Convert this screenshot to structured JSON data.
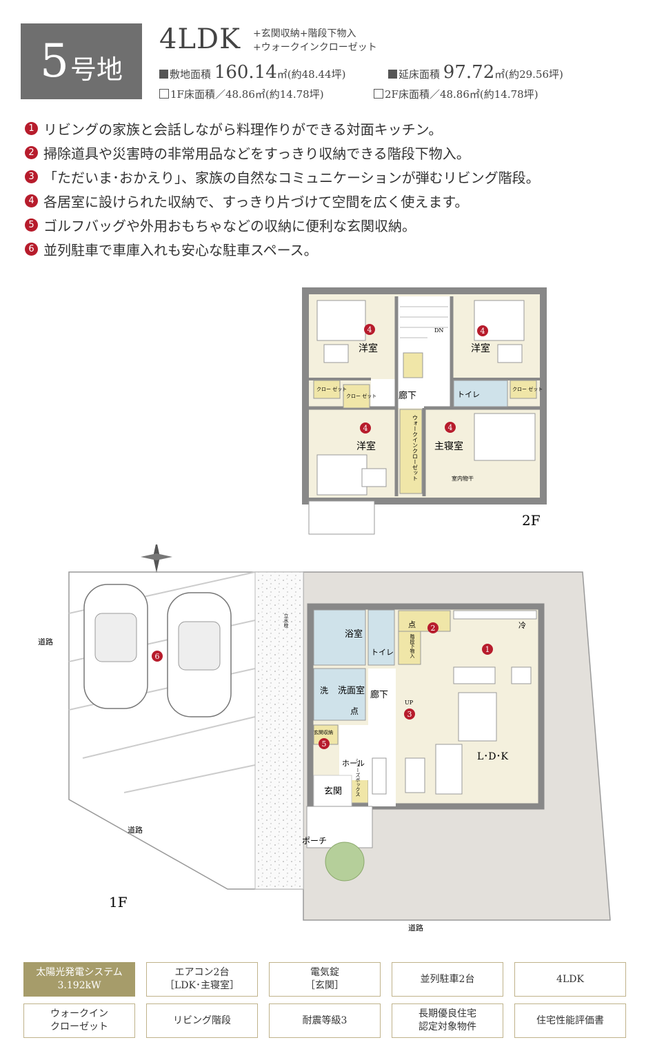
{
  "lot": {
    "number": "5",
    "suffix": "号地"
  },
  "plan": {
    "type": "4LDK",
    "extra_line1": "+玄関収納+階段下物入",
    "extra_line2": "+ウォークインクローゼット"
  },
  "areas": {
    "site_label": "敷地面積",
    "site_value": "160.14",
    "site_unit": "㎡(約48.44坪)",
    "floor_label": "延床面積",
    "floor_value": "97.72",
    "floor_unit": "㎡(約29.56坪)",
    "f1": "1F床面積／48.86㎡(約14.78坪)",
    "f2": "2F床面積／48.86㎡(約14.78坪)"
  },
  "features": [
    {
      "n": "1",
      "text": "リビングの家族と会話しながら料理作りができる対面キッチン。"
    },
    {
      "n": "2",
      "text": "掃除道具や災害時の非常用品などをすっきり収納できる階段下物入。"
    },
    {
      "n": "3",
      "text": "「ただいま･おかえり」、家族の自然なコミュニケーションが弾むリビング階段。"
    },
    {
      "n": "4",
      "text": "各居室に設けられた収納で、すっきり片づけて空間を広く使えます。"
    },
    {
      "n": "5",
      "text": "ゴルフバッグや外用おもちゃなどの収納に便利な玄関収納。"
    },
    {
      "n": "6",
      "text": "並列駐車で車庫入れも安心な駐車スペース。"
    }
  ],
  "floor2": {
    "label": "2F",
    "room_western1": "洋室",
    "room_western2": "洋室",
    "room_western3": "洋室",
    "master": "主寝室",
    "corridor": "廊下",
    "toilet": "トイレ",
    "closet": "クロー\nゼット",
    "dn": "DN",
    "wic": "ウォークインクローゼット",
    "dryer": "室内物干"
  },
  "floor1": {
    "label": "1F",
    "bath": "浴室",
    "toilet": "トイレ",
    "washroom": "洗面室",
    "wash": "洗",
    "inspection": "点",
    "corridor": "廊下",
    "ldk": "L･D･K",
    "hall": "ホール",
    "entrance": "玄関",
    "porch": "ポーチ",
    "entrance_storage": "玄関収納",
    "shoes": "シューズボックス",
    "under_stairs": "階段下物入",
    "fridge": "冷",
    "up": "UP",
    "faucet": "立水栓",
    "road_left": "道路",
    "road_mid": "道路",
    "road_bottom": "道路",
    "north": "N"
  },
  "tags": [
    {
      "text": "太陽光発電システム\n3.192kW",
      "highlight": true
    },
    {
      "text": "エアコン2台\n［LDK･主寝室］",
      "highlight": false
    },
    {
      "text": "電気錠\n［玄関］",
      "highlight": false
    },
    {
      "text": "並列駐車2台",
      "highlight": false
    },
    {
      "text": "4LDK",
      "highlight": false
    },
    {
      "text": "ウォークイン\nクローゼット",
      "highlight": false
    },
    {
      "text": "リビング階段",
      "highlight": false
    },
    {
      "text": "耐震等級3",
      "highlight": false
    },
    {
      "text": "長期優良住宅\n認定対象物件",
      "highlight": false
    },
    {
      "text": "住宅性能評価書",
      "highlight": false
    }
  ],
  "colors": {
    "badge": "#b71c2c",
    "room_fill": "#f4f0dd",
    "wet_fill": "#cfe2ea",
    "storage_fill": "#f0e6a8",
    "tag_highlight": "#a69c6a",
    "lot_box": "#6f6f6f"
  }
}
